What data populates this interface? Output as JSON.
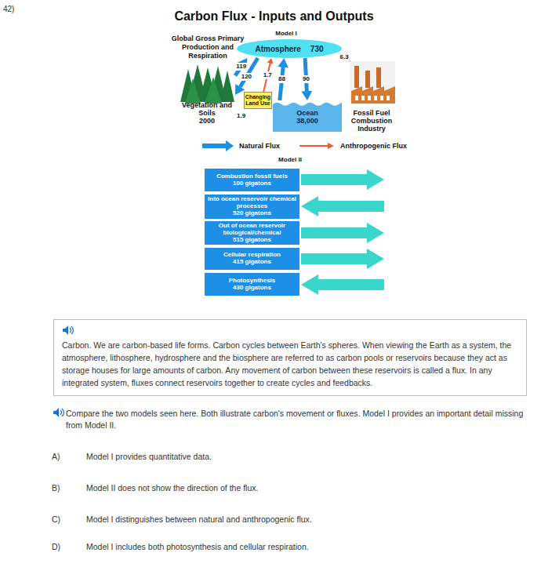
{
  "diagram": {
    "title": "Carbon Flux - Inputs and Outputs",
    "nodes": [
      {
        "text": [
          "Atmosphere",
          "730"
        ]
      },
      {
        "text": [
          "Vegetation and Soils",
          "2000"
        ]
      },
      {
        "text": [
          "Changing Land Use"
        ]
      },
      {
        "text": [
          "Ocean",
          "38,000"
        ]
      },
      {
        "text": [
          "Fossil Fuel Combustion Industry"
        ]
      },
      {
        "text": [
          "Combustion fossil fuels",
          "100 gigatons"
        ]
      },
      {
        "text": [
          "Into ocean reservoir chemical processes",
          "520 gigatons"
        ]
      },
      {
        "text": [
          "Out of ocean reservoir biological/chemical",
          "515 gigatons"
        ]
      },
      {
        "text": [
          "Cellular respiration",
          "415 gigatons"
        ]
      },
      {
        "text": [
          "Photosynthesis",
          "430 gigatons"
        ]
      },
      {
        "text": [
          "Carbon. We are carbon-based life forms. Carbon cycles between Earth's spheres. When viewing the Earth as a system, the atmosphere, lithosphere, hydrosphere and the biosphere are referred to as carbon pools or reservoirs because they act as storage houses for large amounts of carbon. Any movement of carbon between these reservoirs is called a flux. In any integrated system, fluxes connect reservoirs together to create cycles and feedbacks."
        ]
      }
    ],
    "edges": [
      {
        "from": 1,
        "to": 0,
        "label": "119",
        "arrow": "to"
      },
      {
        "from": 0,
        "to": 1,
        "label": "120",
        "arrow": "to"
      },
      {
        "from": 2,
        "to": 0,
        "label": "1.7",
        "arrow": "to"
      },
      {
        "from": 3,
        "to": 0,
        "label": "88",
        "arrow": "to"
      },
      {
        "from": 0,
        "to": 3,
        "label": "90",
        "arrow": "to"
      },
      {
        "from": 4,
        "to": 0,
        "label": "6.3",
        "arrow": "to"
      }
    ],
    "labels": [
      "42)",
      "Model I",
      "Global Gross Primary Production and Respiration",
      "1.9",
      "Model II",
      "Compare the two models seen here. Both illustrate carbon's movement or fluxes. Model I provides an important detail missing from Model II.",
      "A)",
      "Model I provides quantitative data.",
      "B)",
      "Model II does not show the direction of the flux.",
      "C)",
      "Model I distinguishes between natural and anthropogenic flux.",
      "D)",
      "Model I includes both photosynthesis and cellular respiration."
    ],
    "legend": [
      {
        "text": "Natural Flux"
      },
      {
        "text": "Anthropogenic Flux"
      }
    ]
  }
}
